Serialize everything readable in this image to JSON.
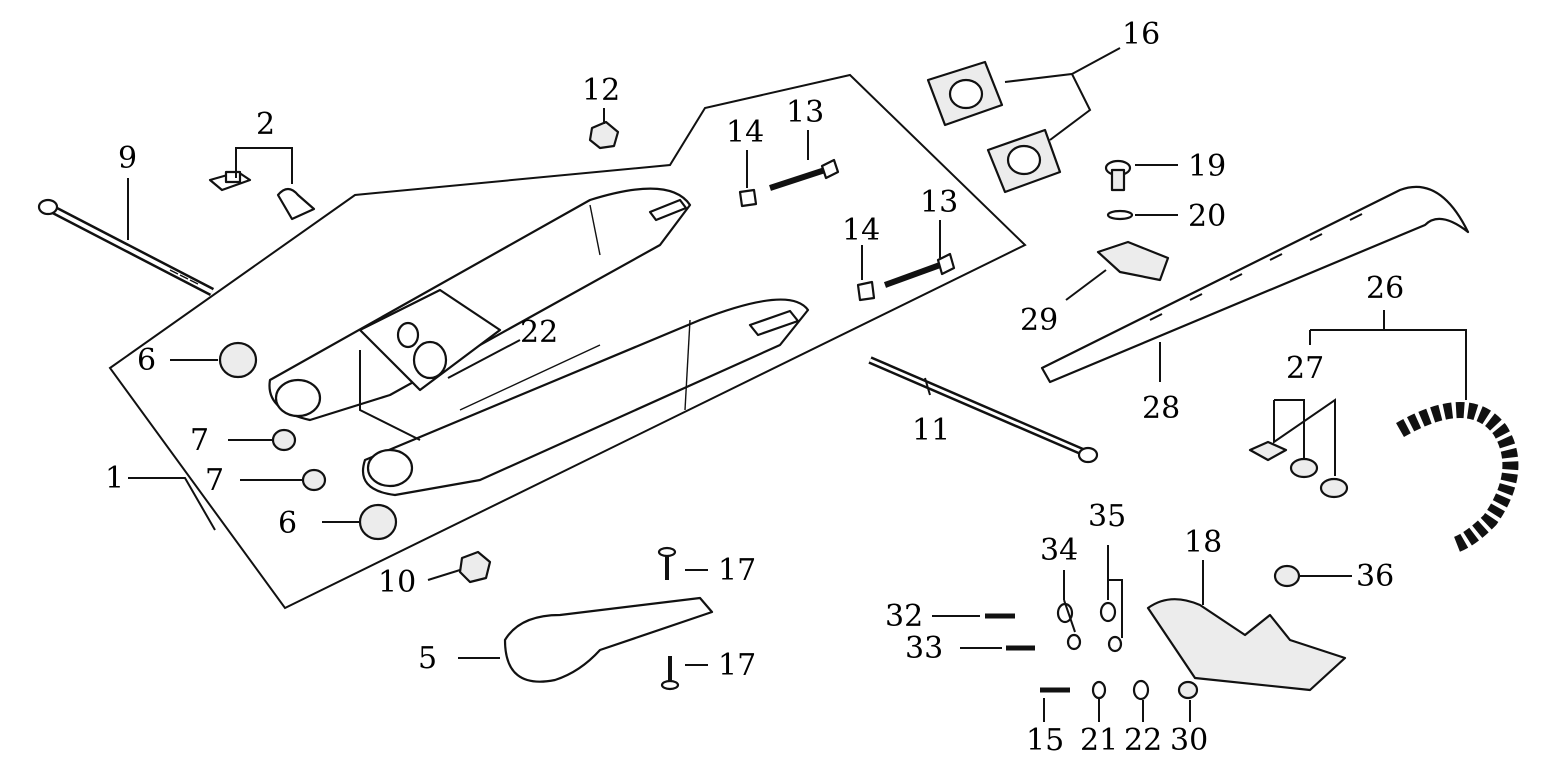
{
  "diagram": {
    "type": "exploded-parts-diagram",
    "callouts": {
      "c1": "1",
      "c2": "2",
      "c5": "5",
      "c6a": "6",
      "c6b": "6",
      "c7a": "7",
      "c7b": "7",
      "c9": "9",
      "c10": "10",
      "c11": "11",
      "c12": "12",
      "c13a": "13",
      "c13b": "13",
      "c14a": "14",
      "c14b": "14",
      "c15": "15",
      "c16": "16",
      "c17a": "17",
      "c17b": "17",
      "c18": "18",
      "c19": "19",
      "c20": "20",
      "c21": "21",
      "c22a": "22",
      "c22b": "22",
      "c26": "26",
      "c27": "27",
      "c28": "28",
      "c29": "29",
      "c30": "30",
      "c32": "32",
      "c33": "33",
      "c34": "34",
      "c35": "35",
      "c36": "36"
    }
  }
}
